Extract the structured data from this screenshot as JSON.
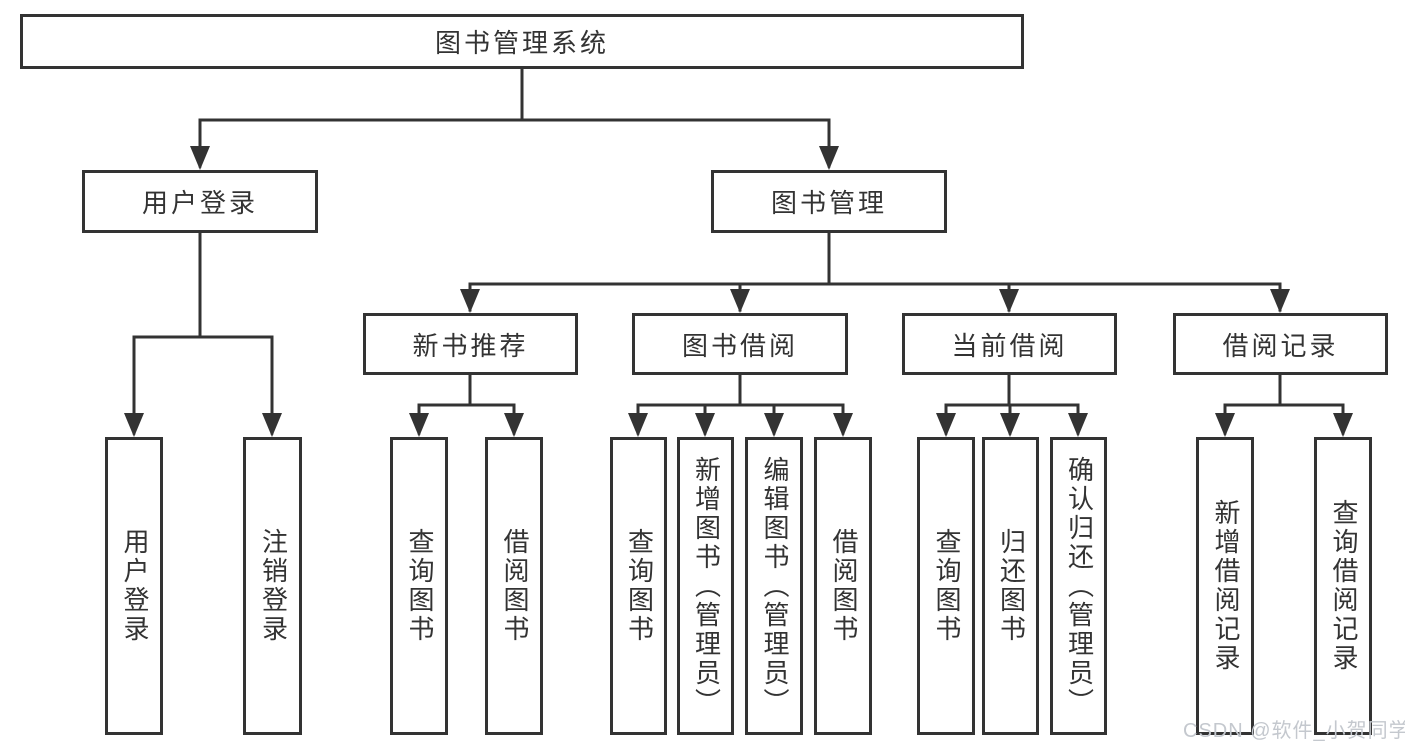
{
  "tree": {
    "label": "图书管理系统",
    "children": [
      {
        "label": "用户登录",
        "children": [
          {
            "label": "用户登录"
          },
          {
            "label": "注销登录"
          }
        ]
      },
      {
        "label": "图书管理",
        "children": [
          {
            "label": "新书推荐",
            "children": [
              {
                "label": "查询图书"
              },
              {
                "label": "借阅图书"
              }
            ]
          },
          {
            "label": "图书借阅",
            "children": [
              {
                "label": "查询图书"
              },
              {
                "label": "新增图书（管理员）"
              },
              {
                "label": "编辑图书（管理员）"
              },
              {
                "label": "借阅图书"
              }
            ]
          },
          {
            "label": "当前借阅",
            "children": [
              {
                "label": "查询图书"
              },
              {
                "label": "归还图书"
              },
              {
                "label": "确认归还（管理员）"
              }
            ]
          },
          {
            "label": "借阅记录",
            "children": [
              {
                "label": "新增借阅记录"
              },
              {
                "label": "查询借阅记录"
              }
            ]
          }
        ]
      }
    ]
  },
  "watermark": "CSDN @软件_小贺同学",
  "colors": {
    "line": "#333333",
    "text": "#333333",
    "background": "#ffffff",
    "watermark_gray": "#c4c8ce"
  }
}
